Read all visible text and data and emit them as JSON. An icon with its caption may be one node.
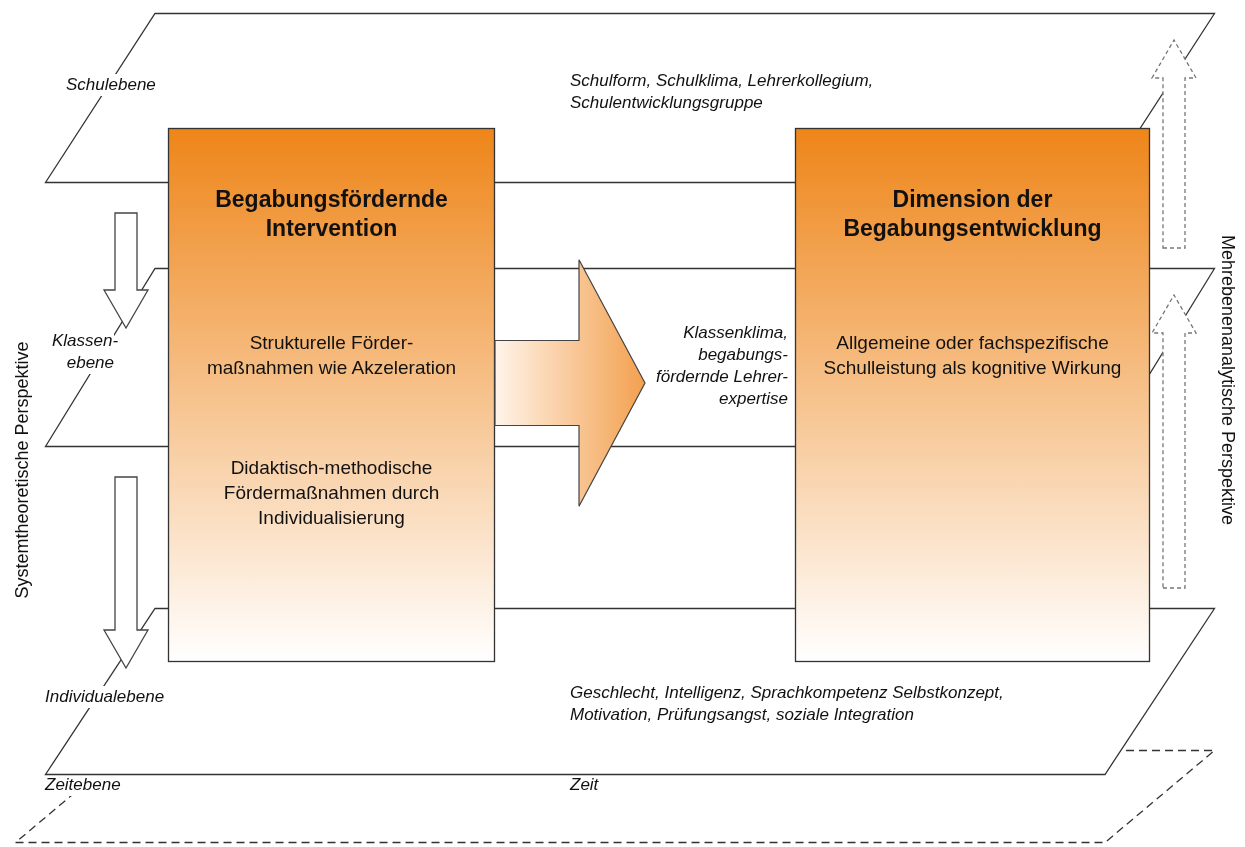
{
  "diagram": {
    "nodes": [
      {
        "text": [
          "Schulebene",
          "Schulform, Schulklima, Lehrerkollegium, Schulentwicklungsgruppe"
        ]
      },
      {
        "text": [
          "Klassen- ebene",
          "Klassenklima, begabungs- fördernde Lehrer- expertise"
        ]
      },
      {
        "text": [
          "Individualebene",
          "Geschlecht, Intelligenz, Sprachkompetenz Selbstkonzept, Motivation, Prüfungsangst, soziale Integration"
        ]
      },
      {
        "text": [
          "Zeitebene",
          "Zeit"
        ]
      },
      {
        "text": [
          "Begabungsfördernde Intervention",
          "Strukturelle Förder- maßnahmen wie Akzeleration",
          "Didaktisch-methodische Fördermaßnahmen durch Individualisierung"
        ]
      },
      {
        "text": [
          "Dimension der Begabungsentwicklung",
          "Allgemeine oder fachspezifische Schulleistung als kognitive Wirkung"
        ]
      }
    ],
    "edges": [
      {
        "from": 4,
        "to": 5,
        "arrow": "to",
        "style": "thick"
      },
      {
        "from": 0,
        "to": 1,
        "arrow": "to"
      },
      {
        "from": 1,
        "to": 2,
        "arrow": "to"
      },
      {
        "from": 1,
        "to": 0,
        "arrow": "to",
        "style": "dashed"
      },
      {
        "from": 2,
        "to": 1,
        "arrow": "to",
        "style": "dashed"
      }
    ],
    "labels": [
      "Systemtheoretische Perspektive",
      "Mehrebenenanalytische Perspektive"
    ]
  }
}
